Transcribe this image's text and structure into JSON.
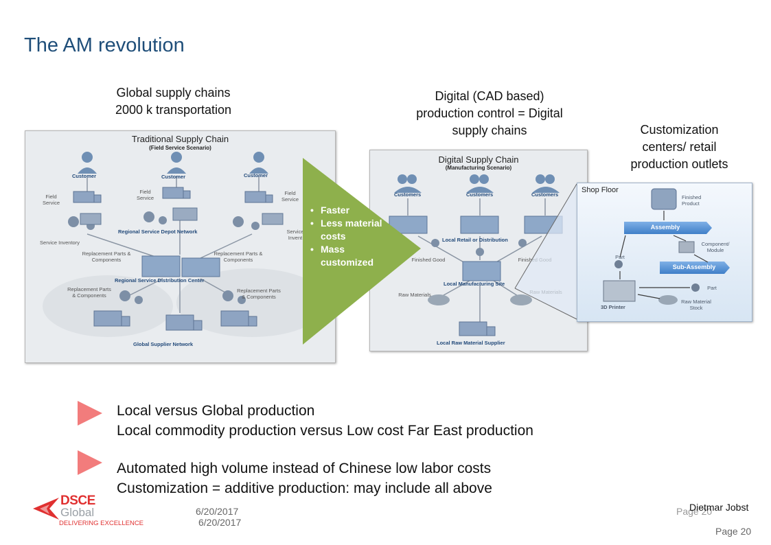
{
  "slide": {
    "title": "The AM revolution",
    "caption_global": [
      "Global supply chains",
      "2000 k transportation"
    ],
    "caption_digital": [
      "Digital (CAD based)",
      "production control = Digital",
      "supply chains"
    ],
    "caption_custom": [
      "Customization",
      "centers/ retail",
      "production outlets"
    ]
  },
  "traditional": {
    "title": "Traditional Supply Chain",
    "subtitle": "(Field Service Scenario)",
    "labels": {
      "customer": "Customer",
      "field_service": "Field Service",
      "depot": "Regional Service Depot Network",
      "service_inventory": "Service Inventory",
      "service_inventory_cut": "Service Invent",
      "replacement": "Replacement Parts & Components",
      "distribution": "Regional Service Distribution Center",
      "supplier": "Global Supplier Network"
    }
  },
  "arrow": {
    "color": "#8eb04c",
    "bullets": [
      "Faster",
      "Less material costs",
      "Mass customized"
    ]
  },
  "digital": {
    "title": "Digital Supply Chain",
    "subtitle": "(Manufacturing Scenario)",
    "labels": {
      "customers": "Customers",
      "retail": "Local Retail or Distribution",
      "finished_good": "Finished Good",
      "manufacturing": "Local Manufacturing Site",
      "raw_materials": "Raw Materials",
      "supplier": "Local Raw Material Supplier"
    }
  },
  "shopfloor": {
    "title": "Shop Floor",
    "finished_product": "Finished Product",
    "assembly": "Assembly",
    "component": "Component/ Module",
    "part": "Part",
    "subassembly": "Sub-Assembly",
    "printer": "3D Printer",
    "raw_stock": "Raw Material Stock"
  },
  "points": [
    {
      "line1": "Local versus Global production",
      "line2": "Local commodity production versus Low cost Far East production"
    },
    {
      "line1": "Automated high volume instead of Chinese low labor costs",
      "line2": "Customization = additive production: may include all above"
    }
  ],
  "colors": {
    "title": "#1f4e79",
    "marker": "#f27c7c",
    "logo": "#e03030",
    "accent": "#8eb04c"
  },
  "footer": {
    "logo_main": "DSCE",
    "logo_sub": "Global",
    "logo_tag": "DELIVERING EXCELLENCE",
    "date1": "6/20/2017",
    "date2": "6/20/2017",
    "page_ghost": "Page 20",
    "author": "Dietmar Jobst",
    "page": "Page 20"
  }
}
